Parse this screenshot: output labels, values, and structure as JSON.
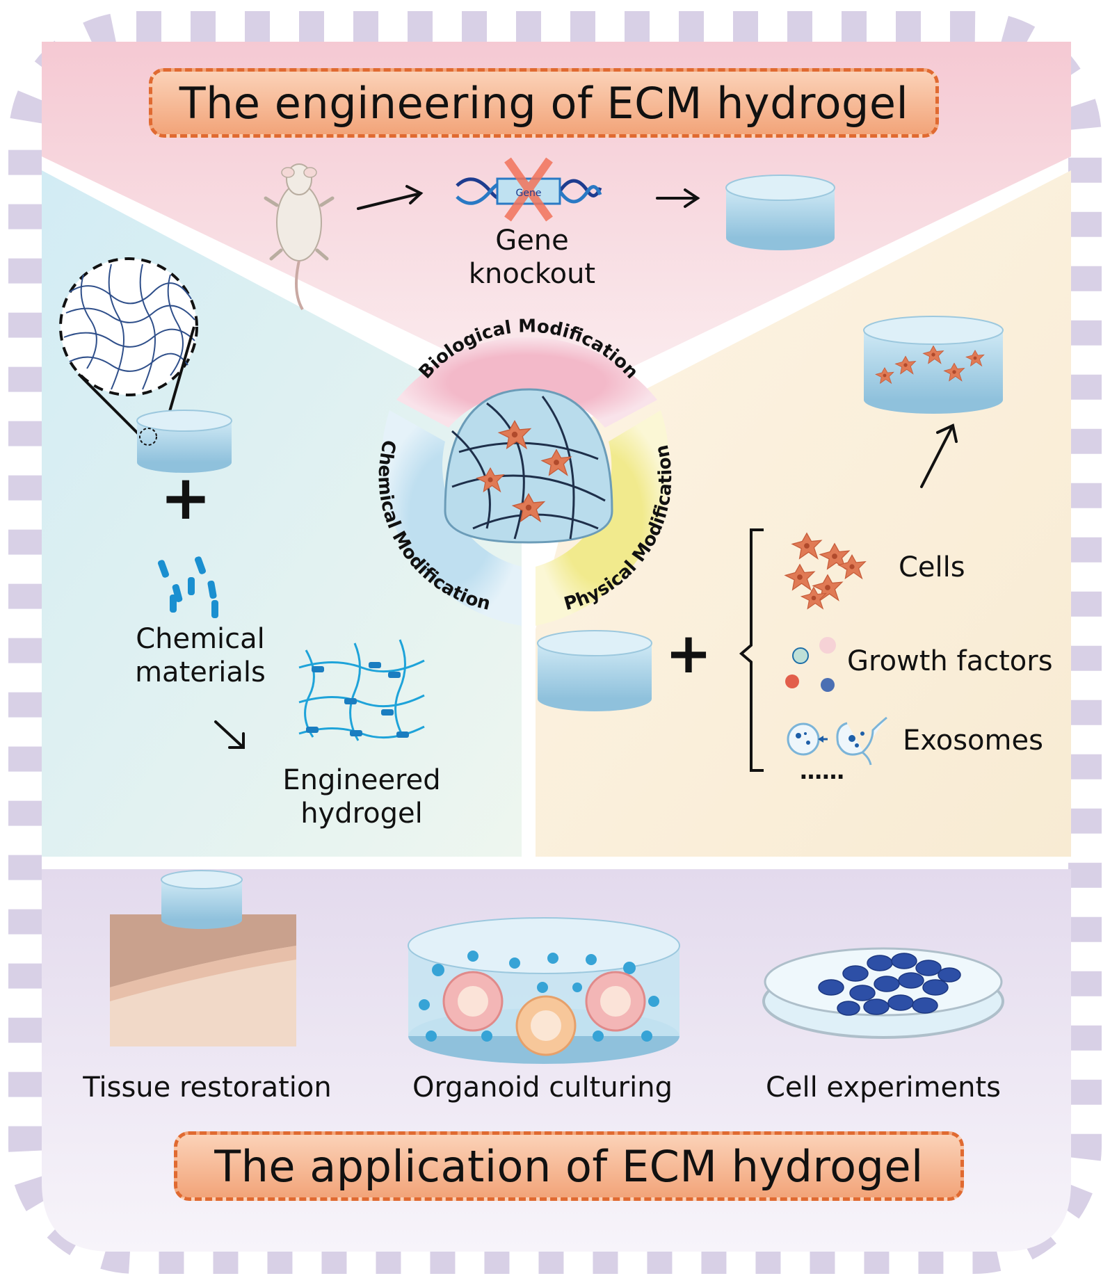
{
  "titles": {
    "engineering": "The engineering of ECM hydrogel",
    "application": "The application of ECM hydrogel"
  },
  "modifications": {
    "biological": "Biological Modification",
    "chemical": "Chemical Modification",
    "physical": "Physical Modification"
  },
  "biological_panel": {
    "gene_box": "Gene",
    "gene_knockout_line1": "Gene",
    "gene_knockout_line2": "knockout"
  },
  "chemical_panel": {
    "plus": "+",
    "chemical_materials_line1": "Chemical",
    "chemical_materials_line2": "materials",
    "engineered_hydrogel_line1": "Engineered",
    "engineered_hydrogel_line2": "hydrogel"
  },
  "physical_panel": {
    "plus": "+",
    "cells": "Cells",
    "growth_factors": "Growth factors",
    "exosomes": "Exosomes",
    "ellipsis": "……"
  },
  "applications": [
    "Tissue restoration",
    "Organoid culturing",
    "Cell experiments"
  ],
  "colors": {
    "biological_panel": "#f8dde2",
    "chemical_panel": "#d9eef6",
    "physical_panel": "#fbf1dc",
    "application_panel": "#e8e0ef",
    "frame_dash": "#d8d0e6",
    "title_box_fill": "#f4ab82",
    "title_box_border": "#e06a31",
    "hydrogel": "#a9d4ea",
    "cell": "#e07a55"
  }
}
